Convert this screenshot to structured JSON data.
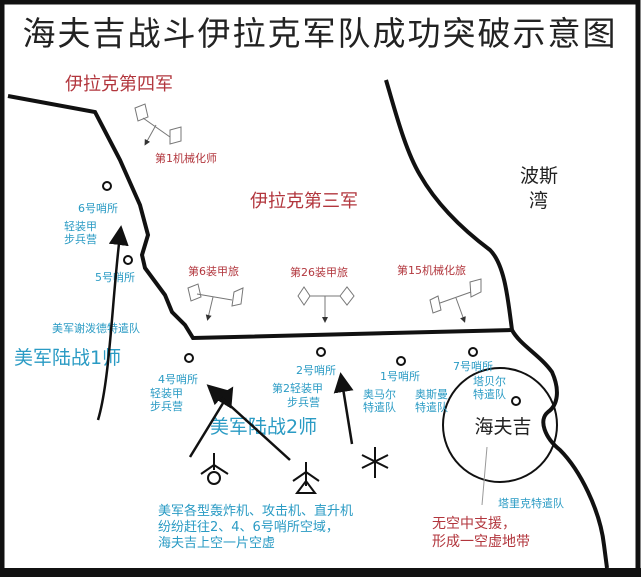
{
  "title": "海夫吉战斗伊拉克军队成功突破示意图",
  "colors": {
    "iraq": "#b2363d",
    "us": "#2a9bc4",
    "line": "#111111"
  },
  "iraq": {
    "corps4": "伊拉克第四军",
    "corps3": "伊拉克第三军",
    "div1": "第1机械化师",
    "brig6": "第6装甲旅",
    "brig26": "第26装甲旅",
    "brig15": "第15机械化旅"
  },
  "gulf": {
    "line1": "波斯",
    "line2": "湾"
  },
  "us": {
    "div1": "美军陆战1师",
    "div2": "美军陆战2师",
    "shepherd": "美军谢泼德特遣队",
    "post6": "6号哨所",
    "post6_unit": [
      "轻装甲",
      "步兵营"
    ],
    "post5": "5号哨所",
    "post4": "4号哨所",
    "post4_unit": [
      "轻装甲",
      "步兵营"
    ],
    "post2": "2号哨所",
    "post2_unit": [
      "第2轻装甲",
      "步兵营"
    ],
    "post1": "1号哨所",
    "omar": [
      "奥马尔",
      "特遣队"
    ],
    "oss": [
      "奥斯曼",
      "特遣队"
    ],
    "post7": "7号哨所",
    "taber": [
      "塔贝尔",
      "特遣队"
    ],
    "tariq": "塔里克特遣队"
  },
  "city": "海夫吉",
  "note_air": [
    "美军各型轰炸机、攻击机、直升机",
    "纷纷赶往2、4、6号哨所空域，",
    "海夫吉上空一片空虚"
  ],
  "note_gap": [
    "无空中支援，",
    "形成一空虚地带"
  ],
  "icons": [
    "brigade-symbol",
    "outpost-circle",
    "advance-arrow",
    "aircraft-symbol"
  ]
}
